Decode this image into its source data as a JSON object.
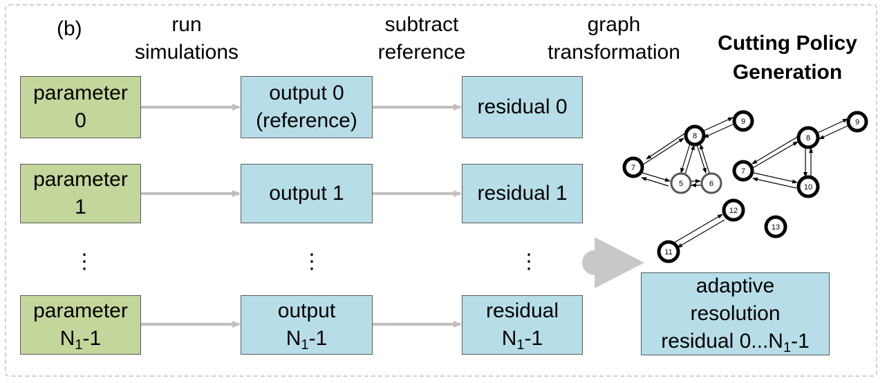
{
  "panel_label": "(b)",
  "step_labels": {
    "run": [
      "run",
      "simulations"
    ],
    "subtract": [
      "subtract",
      "reference"
    ],
    "graph": [
      "graph",
      "transformation"
    ],
    "cutting": [
      "Cutting Policy",
      "Generation"
    ]
  },
  "rows": [
    {
      "param": [
        "parameter",
        "0"
      ],
      "output": [
        "output 0",
        "(reference)"
      ],
      "residual": [
        "residual 0"
      ]
    },
    {
      "param": [
        "parameter",
        "1"
      ],
      "output": [
        "output 1"
      ],
      "residual": [
        "residual 1"
      ]
    },
    {
      "param": [
        "parameter",
        "N",
        "1",
        "-1"
      ],
      "output": [
        "output",
        "N",
        "1",
        "-1"
      ],
      "residual": [
        "residual",
        "N",
        "1",
        "-1"
      ]
    }
  ],
  "ellipsis": "⋮",
  "adaptive": {
    "line1": "adaptive",
    "line2": "resolution",
    "line3_pre": "residual 0...N",
    "line3_sub": "1",
    "line3_post": "-1"
  },
  "graph_nodes": [
    "9",
    "8",
    "7",
    "5",
    "6",
    "9",
    "8",
    "7",
    "10",
    "12",
    "13",
    "11"
  ],
  "colors": {
    "param_fill": "#c3d69b",
    "box_fill": "#b7dde8",
    "arrow": "#bfbfbf",
    "big_arrow": "#c8c8c8"
  }
}
